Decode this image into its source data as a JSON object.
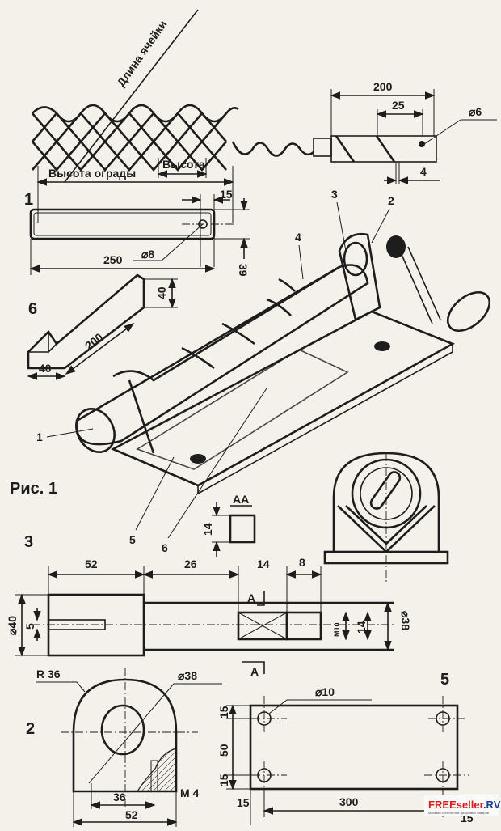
{
  "figure": {
    "caption": "Рис. 1",
    "mesh": {
      "cell_length": "Длина ячейки",
      "fence_height": "Высота ограды",
      "height": "Высота"
    },
    "pin": {
      "length": "200",
      "pitch": "25",
      "diameter": "⌀6",
      "gap": "4"
    },
    "part1": {
      "number": "1",
      "offset": "15",
      "width": "39",
      "length": "250",
      "hole": "⌀8"
    },
    "part6": {
      "number": "6",
      "height": "40",
      "length": "200",
      "width": "40"
    },
    "assembly_labels": {
      "l1": "1",
      "l2": "2",
      "l3": "3",
      "l4": "4",
      "l5": "5",
      "l6": "6"
    },
    "section": {
      "title": "AA",
      "size": "14"
    },
    "part3": {
      "number": "3",
      "d1": "52",
      "d2": "26",
      "d3": "14",
      "d4": "8",
      "dia40": "⌀40",
      "slot": "5",
      "thread": "M10",
      "sq": "14",
      "dia38": "⌀38",
      "cut_a": "A"
    },
    "part2": {
      "number": "2",
      "radius": "R 36",
      "hole": "⌀38",
      "center": "36",
      "width": "52",
      "thread": "M 4"
    },
    "part5": {
      "number": "5",
      "hole": "⌀10",
      "top": "15",
      "middle": "50",
      "bottom": "15",
      "left": "15",
      "length": "300",
      "right": "15"
    },
    "watermark": {
      "brand_a": "FREEseller",
      "brand_b": ".RV",
      "tagline": "Магазин бесплатных цифровых товаров"
    }
  }
}
